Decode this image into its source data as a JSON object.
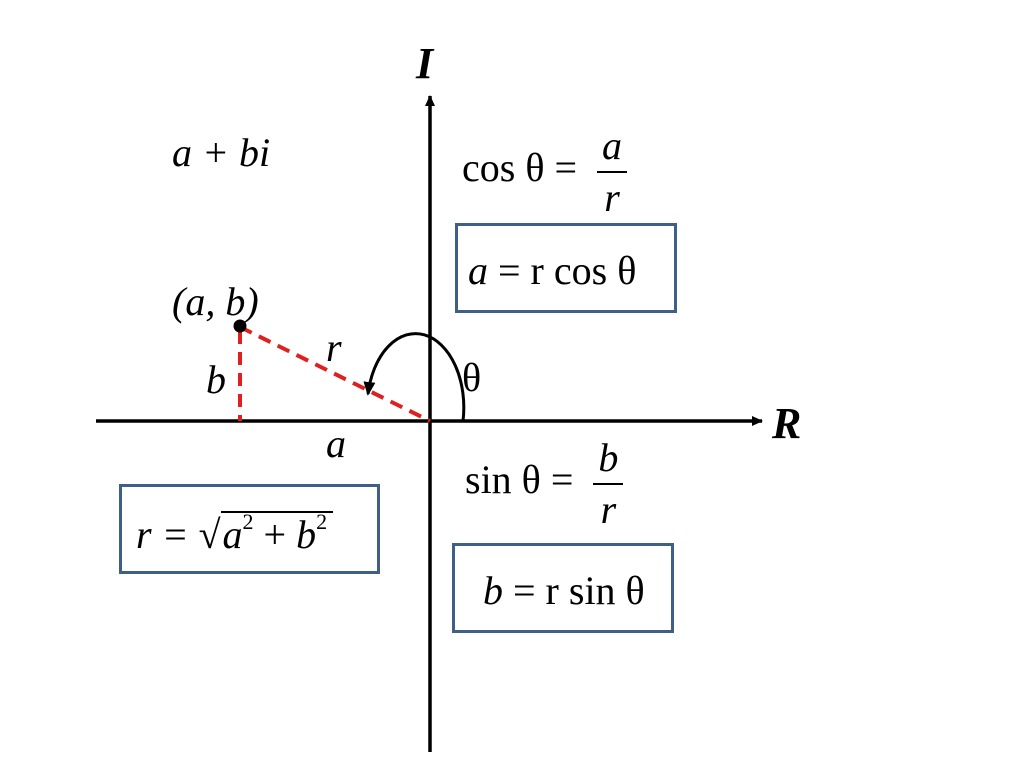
{
  "axes": {
    "real_label": "R",
    "imag_label": "I"
  },
  "complex_form": "a + bi",
  "point_label": "(a, b)",
  "side_labels": {
    "r": "r",
    "b": "b",
    "a": "a"
  },
  "angle_label": "θ",
  "cos_def": {
    "lhs": "cos θ = ",
    "num": "a",
    "den": "r"
  },
  "cos_result": {
    "lhs": "a",
    "rest": " = r cos θ"
  },
  "sin_def": {
    "lhs": "sin θ = ",
    "num": "b",
    "den": "r"
  },
  "sin_result": {
    "lhs": "b",
    "rest": " = r sin θ"
  },
  "modulus": {
    "lhs": "r = ",
    "a": "a",
    "a_exp": "2",
    "plus": " + ",
    "b": "b",
    "b_exp": "2"
  },
  "colors": {
    "axis": "#000000",
    "dashed": "#e02020",
    "box_border": "#3e5f86"
  }
}
